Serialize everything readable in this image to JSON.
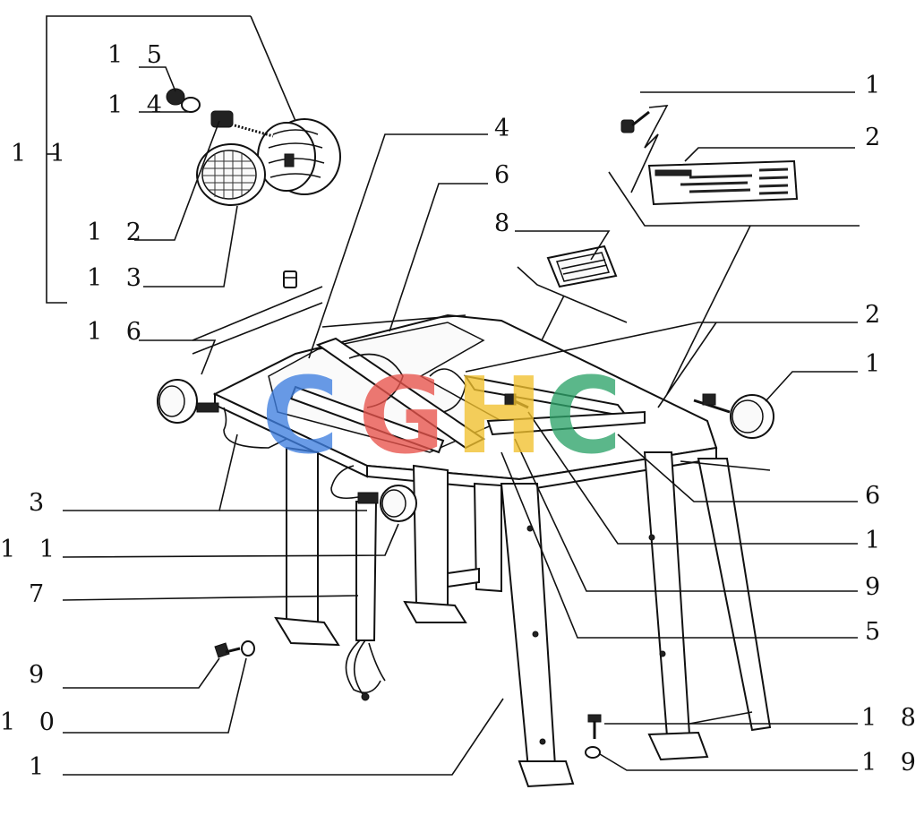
{
  "labels": {
    "l11a": "1 1",
    "l15": "1 5",
    "l14": "1 4",
    "l12": "1 2",
    "l13": "1 3",
    "l16": "1 6",
    "l3": "3",
    "l11b": "1 1",
    "l7": "7",
    "l9a": "9",
    "l10": "1 0",
    "l1a": "1",
    "l4": "4",
    "l6a": "6",
    "l8": "8",
    "r1a": "1",
    "r2a": "2",
    "r2b": "2",
    "r1b": "1",
    "r6": "6",
    "r1c": "1",
    "r9": "9",
    "r5": "5",
    "r18": "1 8",
    "r19": "1 9"
  },
  "watermark": {
    "letters": [
      "C",
      "G",
      "H",
      "C"
    ],
    "colors": [
      "#3f7fe0",
      "#e8534b",
      "#f2c12e",
      "#2ea36a"
    ]
  }
}
